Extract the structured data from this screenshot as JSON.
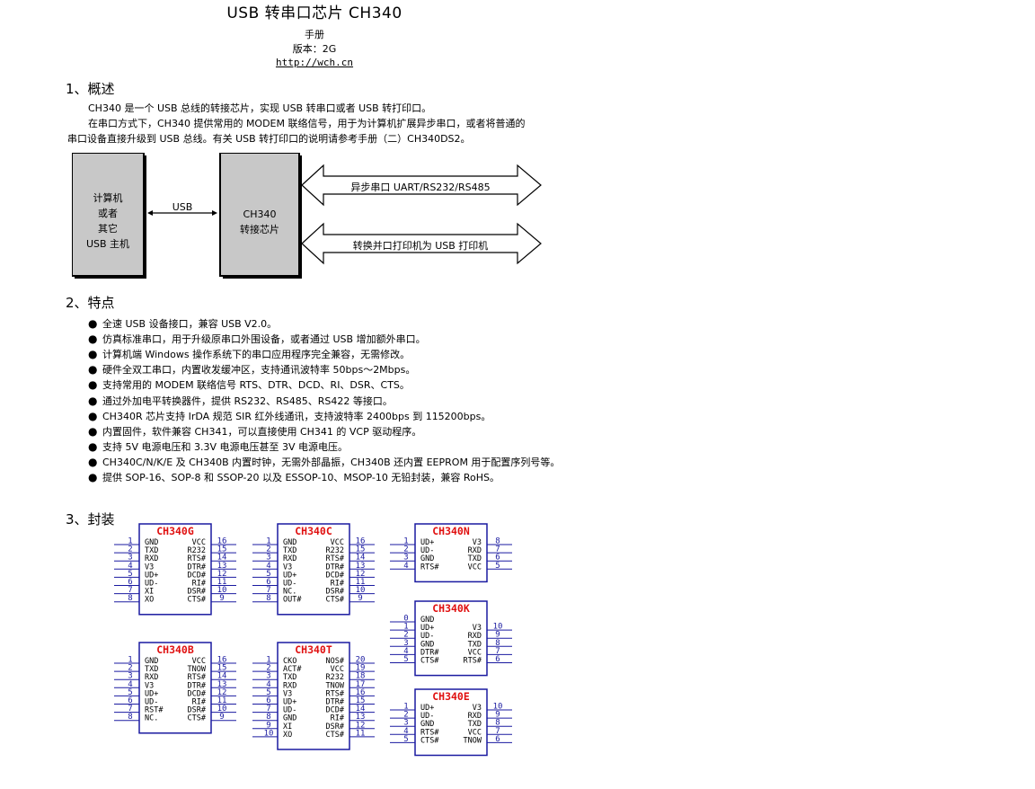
{
  "doc": {
    "title": "USB 转串口芯片 CH340",
    "manual": "手册",
    "version": "版本：2G",
    "url": "http://wch.cn"
  },
  "sec1": {
    "heading": "1、概述",
    "p1": "CH340 是一个 USB 总线的转接芯片，实现 USB 转串口或者 USB 转打印口。",
    "p2a": "在串口方式下，CH340 提供常用的 MODEM 联络信号，用于为计算机扩展异步串口，或者将普通的",
    "p2b": "串口设备直接升级到 USB 总线。有关 USB 转打印口的说明请参考手册（二）CH340DS2。"
  },
  "diagram": {
    "host": [
      "计算机",
      "或者",
      "其它",
      "USB 主机"
    ],
    "link_label": "USB",
    "chip": [
      "CH340",
      "转接芯片"
    ],
    "arrow1": "异步串口 UART/RS232/RS485",
    "arrow2": "转换并口打印机为 USB 打印机"
  },
  "sec2": {
    "heading": "2、特点",
    "bullet_glyph": "●",
    "items": [
      "全速 USB 设备接口，兼容 USB V2.0。",
      "仿真标准串口，用于升级原串口外围设备，或者通过 USB 增加额外串口。",
      "计算机端 Windows 操作系统下的串口应用程序完全兼容，无需修改。",
      "硬件全双工串口，内置收发缓冲区，支持通讯波特率 50bps～2Mbps。",
      "支持常用的 MODEM 联络信号 RTS、DTR、DCD、RI、DSR、CTS。",
      "通过外加电平转换器件，提供 RS232、RS485、RS422 等接口。",
      "CH340R 芯片支持 IrDA 规范 SIR 红外线通讯，支持波特率 2400bps 到 115200bps。",
      "内置固件，软件兼容 CH341，可以直接使用 CH341 的 VCP 驱动程序。",
      "支持 5V 电源电压和 3.3V 电源电压甚至 3V 电源电压。",
      "CH340C/N/K/E 及 CH340B 内置时钟，无需外部晶振，CH340B 还内置 EEPROM 用于配置序列号等。",
      "提供 SOP-16、SOP-8 和 SSOP-20 以及 ESSOP-10、MSOP-10 无铅封装，兼容 RoHS。"
    ]
  },
  "sec3": {
    "heading": "3、封装"
  },
  "colors": {
    "chip_border": "#1a1aa0",
    "chip_title": "#e01010",
    "pin": "#1a1aa0",
    "pin_num": "#1a1aa0"
  },
  "packages": [
    {
      "name": "CH340G",
      "left": [
        [
          "1",
          "GND"
        ],
        [
          "2",
          "TXD"
        ],
        [
          "3",
          "RXD"
        ],
        [
          "4",
          "V3"
        ],
        [
          "5",
          "UD+"
        ],
        [
          "6",
          "UD-"
        ],
        [
          "7",
          "XI"
        ],
        [
          "8",
          "XO"
        ]
      ],
      "right": [
        [
          "16",
          "VCC"
        ],
        [
          "15",
          "R232"
        ],
        [
          "14",
          "RTS#"
        ],
        [
          "13",
          "DTR#"
        ],
        [
          "12",
          "DCD#"
        ],
        [
          "11",
          "RI#"
        ],
        [
          "10",
          "DSR#"
        ],
        [
          "9",
          "CTS#"
        ]
      ]
    },
    {
      "name": "CH340C",
      "left": [
        [
          "1",
          "GND"
        ],
        [
          "2",
          "TXD"
        ],
        [
          "3",
          "RXD"
        ],
        [
          "4",
          "V3"
        ],
        [
          "5",
          "UD+"
        ],
        [
          "6",
          "UD-"
        ],
        [
          "7",
          "NC."
        ],
        [
          "8",
          "OUT#"
        ]
      ],
      "right": [
        [
          "16",
          "VCC"
        ],
        [
          "15",
          "R232"
        ],
        [
          "14",
          "RTS#"
        ],
        [
          "13",
          "DTR#"
        ],
        [
          "12",
          "DCD#"
        ],
        [
          "11",
          "RI#"
        ],
        [
          "10",
          "DSR#"
        ],
        [
          "9",
          "CTS#"
        ]
      ]
    },
    {
      "name": "CH340N",
      "left": [
        [
          "1",
          "UD+"
        ],
        [
          "2",
          "UD-"
        ],
        [
          "3",
          "GND"
        ],
        [
          "4",
          "RTS#"
        ]
      ],
      "right": [
        [
          "8",
          "V3"
        ],
        [
          "7",
          "RXD"
        ],
        [
          "6",
          "TXD"
        ],
        [
          "5",
          "VCC"
        ]
      ]
    },
    {
      "name": "CH340K",
      "left": [
        [
          "0",
          "GND"
        ],
        [
          "1",
          "UD+"
        ],
        [
          "2",
          "UD-"
        ],
        [
          "3",
          "GND"
        ],
        [
          "4",
          "DTR#"
        ],
        [
          "5",
          "CTS#"
        ]
      ],
      "right": [
        [
          "",
          ""
        ],
        [
          "10",
          "V3"
        ],
        [
          "9",
          "RXD"
        ],
        [
          "8",
          "TXD"
        ],
        [
          "7",
          "VCC"
        ],
        [
          "6",
          "RTS#"
        ]
      ]
    },
    {
      "name": "CH340B",
      "left": [
        [
          "1",
          "GND"
        ],
        [
          "2",
          "TXD"
        ],
        [
          "3",
          "RXD"
        ],
        [
          "4",
          "V3"
        ],
        [
          "5",
          "UD+"
        ],
        [
          "6",
          "UD-"
        ],
        [
          "7",
          "RST#"
        ],
        [
          "8",
          "NC."
        ]
      ],
      "right": [
        [
          "16",
          "VCC"
        ],
        [
          "15",
          "TNOW"
        ],
        [
          "14",
          "RTS#"
        ],
        [
          "13",
          "DTR#"
        ],
        [
          "12",
          "DCD#"
        ],
        [
          "11",
          "RI#"
        ],
        [
          "10",
          "DSR#"
        ],
        [
          "9",
          "CTS#"
        ]
      ]
    },
    {
      "name": "CH340T",
      "left": [
        [
          "1",
          "CKO"
        ],
        [
          "2",
          "ACT#"
        ],
        [
          "3",
          "TXD"
        ],
        [
          "4",
          "RXD"
        ],
        [
          "5",
          "V3"
        ],
        [
          "6",
          "UD+"
        ],
        [
          "7",
          "UD-"
        ],
        [
          "8",
          "GND"
        ],
        [
          "9",
          "XI"
        ],
        [
          "10",
          "XO"
        ]
      ],
      "right": [
        [
          "20",
          "NOS#"
        ],
        [
          "19",
          "VCC"
        ],
        [
          "18",
          "R232"
        ],
        [
          "17",
          "TNOW"
        ],
        [
          "16",
          "RTS#"
        ],
        [
          "15",
          "DTR#"
        ],
        [
          "14",
          "DCD#"
        ],
        [
          "13",
          "RI#"
        ],
        [
          "12",
          "DSR#"
        ],
        [
          "11",
          "CTS#"
        ]
      ]
    },
    {
      "name": "CH340E",
      "left": [
        [
          "1",
          "UD+"
        ],
        [
          "2",
          "UD-"
        ],
        [
          "3",
          "GND"
        ],
        [
          "4",
          "RTS#"
        ],
        [
          "5",
          "CTS#"
        ]
      ],
      "right": [
        [
          "10",
          "V3"
        ],
        [
          "9",
          "RXD"
        ],
        [
          "8",
          "TXD"
        ],
        [
          "7",
          "VCC"
        ],
        [
          "6",
          "TNOW"
        ]
      ]
    }
  ]
}
